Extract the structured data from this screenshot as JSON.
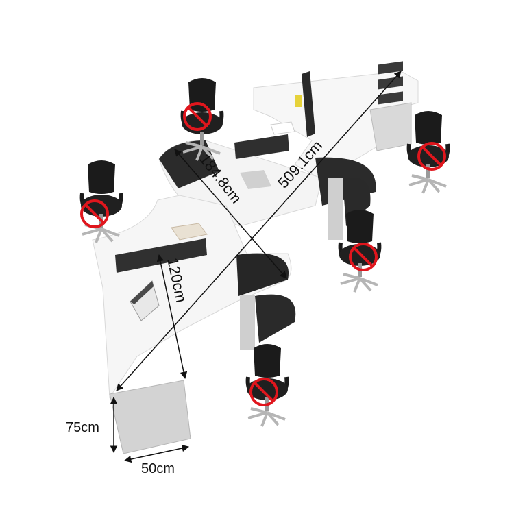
{
  "dimensions": {
    "total_length": "509.1cm",
    "diagonal_depth": "184.8cm",
    "desk_depth": "120cm",
    "height": "75cm",
    "width": "50cm"
  },
  "icons": {
    "chair_marker": "prohibited-icon",
    "laptop": "laptop-icon"
  },
  "colors": {
    "desk_top": "#f7f7f7",
    "panel_dark": "#2a2a2a",
    "pedestal": "#cfcfcf",
    "marker": "#e0161d"
  }
}
